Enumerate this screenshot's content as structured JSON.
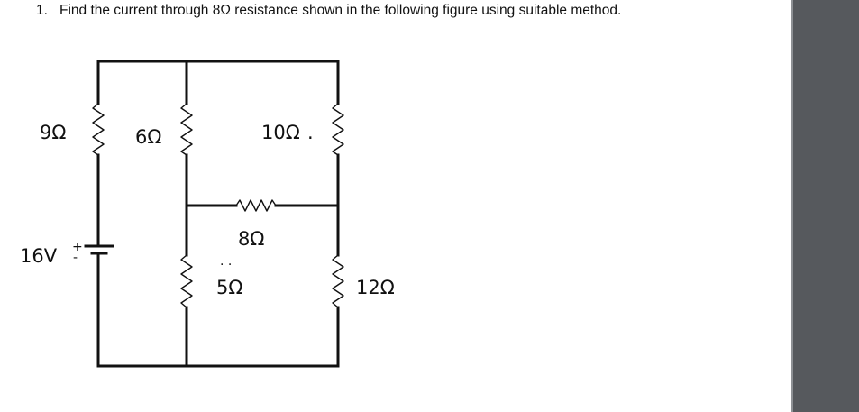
{
  "question": {
    "number": "1.",
    "text": "Find the current through 8Ω resistance shown in the following figure using suitable method."
  },
  "circuit": {
    "resistors": {
      "r9": "9Ω",
      "r6": "6Ω",
      "r10": "10Ω",
      "r8": "8Ω",
      "r5": "5Ω",
      "r12": "12Ω"
    },
    "source": {
      "label": "16V",
      "plus": "+",
      "minus": "-"
    },
    "dots": {
      "after_10": ".",
      "near_5": "· ·"
    }
  },
  "colors": {
    "ink": "#111111",
    "scrollbar": "#56595d"
  }
}
